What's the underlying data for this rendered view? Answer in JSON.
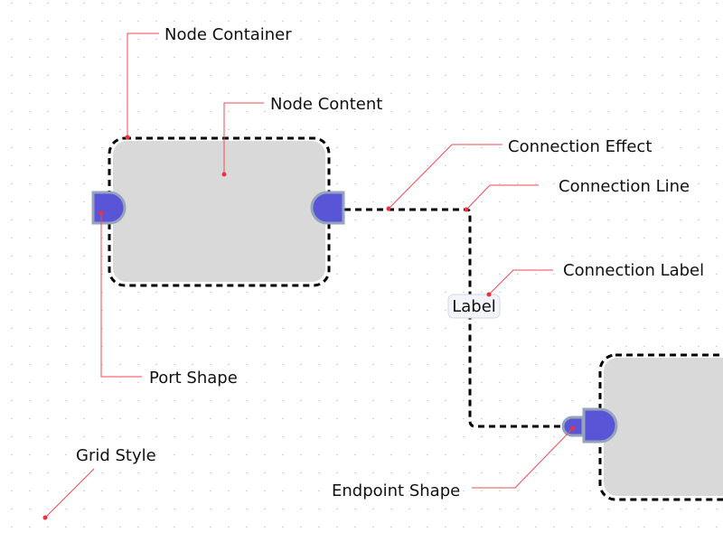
{
  "annotations": {
    "node_container": "Node Container",
    "node_content": "Node Content",
    "connection_effect": "Connection Effect",
    "connection_line": "Connection Line",
    "connection_label": "Connection Label",
    "port_shape": "Port Shape",
    "grid_style": "Grid Style",
    "endpoint_shape": "Endpoint Shape"
  },
  "connection": {
    "label": "Label"
  },
  "colors": {
    "port_fill": "#5a55d6",
    "port_stroke": "#95a3bd",
    "node_fill": "#d9d9d9",
    "annotation": "#f04a55",
    "grid_dot": "#c8c8c8"
  }
}
